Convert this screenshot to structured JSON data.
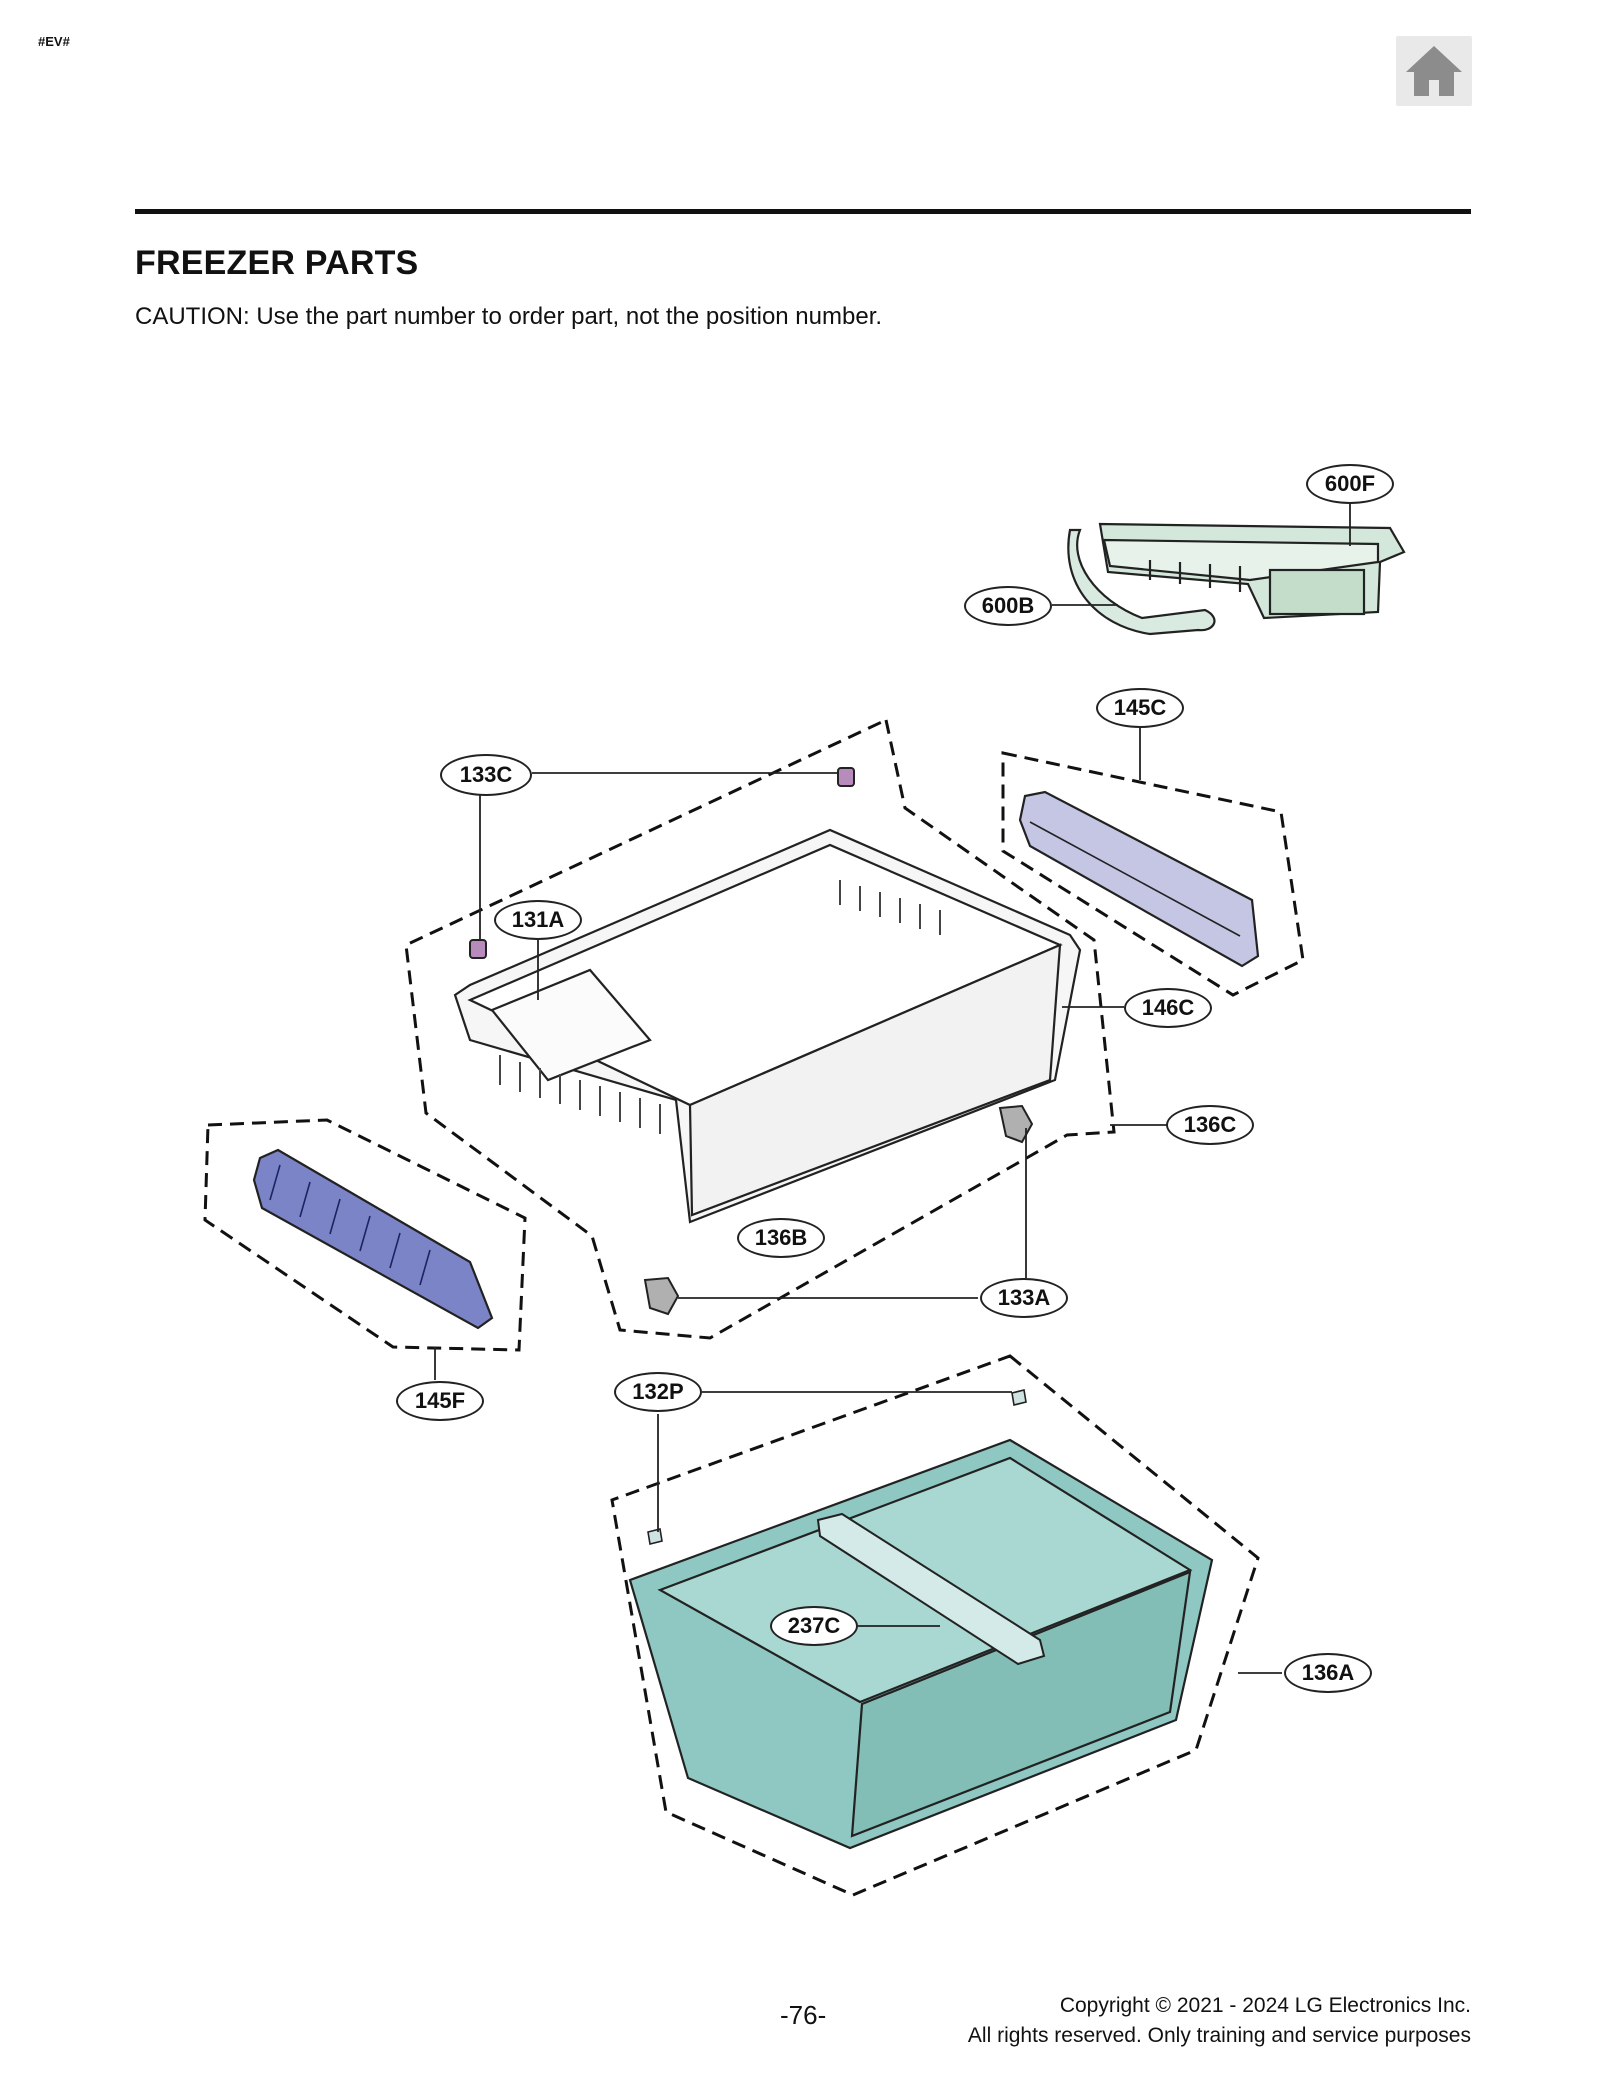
{
  "header": {
    "tag": "#EV#",
    "home_icon": "home-icon"
  },
  "page": {
    "title": "FREEZER PARTS",
    "caution": "CAUTION: Use the part number to order part, not the position number."
  },
  "callouts": {
    "c600F": "600F",
    "c600B": "600B",
    "c145C": "145C",
    "c133C": "133C",
    "c131A": "131A",
    "c146C": "146C",
    "c136C": "136C",
    "c136B": "136B",
    "c133A": "133A",
    "c145F": "145F",
    "c132P": "132P",
    "c237C": "237C",
    "c136A": "136A"
  },
  "colors": {
    "icemaker": "#d3e8da",
    "rail_145c": "#c4c6e4",
    "cover_145f": "#7b84c6",
    "clip_133c": "#b88bbd",
    "bin_136a": "#8fc8c2",
    "divider_237c": "#d4eae8"
  },
  "footer": {
    "page_number": "-76-",
    "copyright_line1": "Copyright © 2021 - 2024 LG Electronics Inc.",
    "copyright_line2": "All rights reserved. Only training and service purposes"
  }
}
